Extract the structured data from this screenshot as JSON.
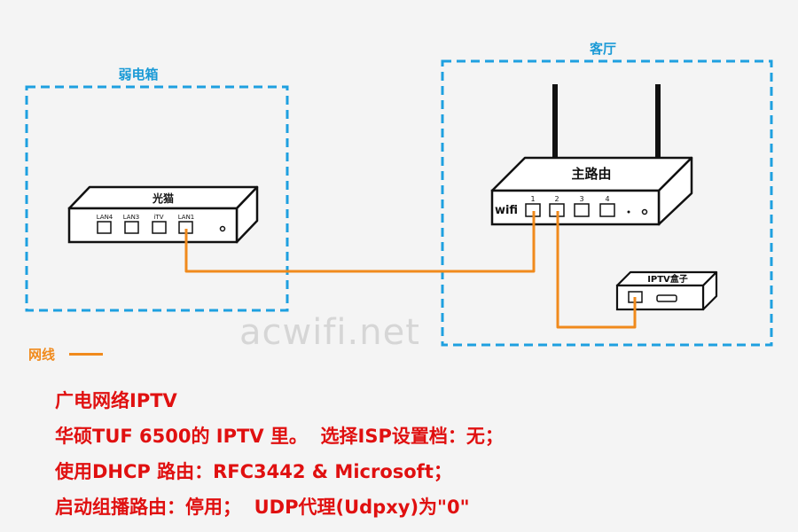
{
  "zones": {
    "weak_box": {
      "label": "弱电箱"
    },
    "living_room": {
      "label": "客厅"
    }
  },
  "modem": {
    "label": "光猫",
    "ports": [
      "LAN4",
      "LAN3",
      "iTV",
      "LAN1"
    ]
  },
  "router": {
    "label": "主路由",
    "wifi_label": "wifi",
    "ports": [
      "1",
      "2",
      "3",
      "4"
    ]
  },
  "iptv_box": {
    "label": "IPTV盒子"
  },
  "legend": {
    "label": "网线"
  },
  "watermark": "acwifi.net",
  "notes": [
    "广电网络IPTV",
    "华硕TUF 6500的 IPTV 里。  选择ISP设置档：无；",
    "使用DHCP 路由：RFC3442 & Microsoft；",
    "启动组播路由：停用；  UDP代理(Udpxy)为\"0\""
  ],
  "colors": {
    "cable": "#f08a1c",
    "zone_border": "#1ea0e0",
    "zone_label": "#1a9ad6",
    "notes_text": "#e01010"
  }
}
